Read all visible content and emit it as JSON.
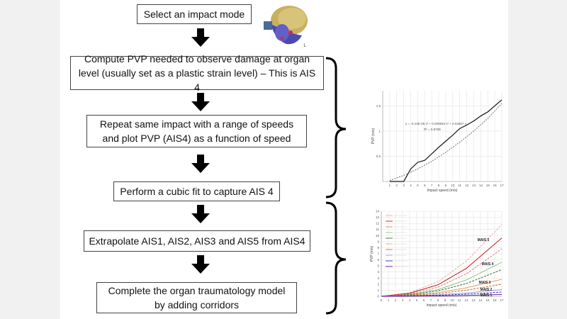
{
  "flowchart": {
    "steps": [
      "Select an impact mode",
      "Compute PVP needed to observe damage at organ level (usually set as a plastic strain level) – This is AIS 4",
      "Repeat same impact with a range of speeds and plot PVP (AIS4) as a function of speed",
      "Perform a cubic fit to capture AIS 4",
      "Extrapolate AIS1, AIS2, AIS3 and AIS5 from AIS4",
      "Complete the organ traumatology model by adding corridors"
    ],
    "figure_number": "1."
  },
  "chart_data": [
    {
      "type": "line",
      "xlabel": "Impact speed (m/s)",
      "ylabel": "PVP (m/s)",
      "x_ticks": [
        1,
        2,
        3,
        4,
        5,
        6,
        7,
        8,
        9,
        10,
        11,
        12,
        13,
        14,
        15,
        16,
        17
      ],
      "y_ticks": [
        0.5,
        1,
        1.5
      ],
      "xlim": [
        0,
        17
      ],
      "ylim": [
        0,
        1.8
      ],
      "grid": true,
      "equation": "y = -0.24E-05 x³ + 0.000563 x² + 0.04557 x",
      "r_squared": "R² = 0.9799",
      "series": [
        {
          "values": [
            [
              1,
              0
            ],
            [
              2,
              0
            ],
            [
              3,
              0
            ],
            [
              4,
              0.25
            ],
            [
              5,
              0.38
            ],
            [
              6,
              0.42
            ],
            [
              7,
              0.55
            ],
            [
              8,
              0.68
            ],
            [
              9,
              0.8
            ],
            [
              10,
              0.92
            ],
            [
              11,
              1.05
            ],
            [
              12,
              1.12
            ],
            [
              13,
              1.2
            ],
            [
              14,
              1.3
            ],
            [
              15,
              1.38
            ],
            [
              16,
              1.5
            ],
            [
              17,
              1.62
            ]
          ]
        },
        {
          "values": [
            [
              1,
              0.02
            ],
            [
              3,
              0.12
            ],
            [
              5,
              0.25
            ],
            [
              7,
              0.4
            ],
            [
              9,
              0.58
            ],
            [
              11,
              0.78
            ],
            [
              13,
              1.0
            ],
            [
              15,
              1.25
            ],
            [
              17,
              1.55
            ]
          ]
        }
      ]
    },
    {
      "type": "line",
      "xlabel": "Impact speed (m/s)",
      "ylabel": "PVP (m/s)",
      "x_ticks": [
        0,
        1,
        2,
        3,
        4,
        5,
        6,
        7,
        8,
        9,
        10,
        11,
        12,
        13,
        14,
        15,
        16,
        17
      ],
      "y_ticks": [
        0,
        1,
        2,
        3,
        4,
        5,
        6,
        7,
        8,
        9,
        10,
        11,
        12,
        13,
        14
      ],
      "xlim": [
        0,
        17
      ],
      "ylim": [
        0,
        14
      ],
      "grid": true,
      "annotations": [
        "MAIS 5",
        "MAIS 4",
        "MAIS 3",
        "MAIS 2",
        "MAIS 1"
      ],
      "series": [
        {
          "color": "#f0a0a0",
          "values": [
            [
              0,
              0
            ],
            [
              4,
              0.6
            ],
            [
              8,
              2.4
            ],
            [
              12,
              5.8
            ],
            [
              17,
              11.8
            ]
          ]
        },
        {
          "color": "#c00000",
          "values": [
            [
              0,
              0
            ],
            [
              4,
              0.5
            ],
            [
              8,
              1.9
            ],
            [
              12,
              4.6
            ],
            [
              17,
              9.6
            ]
          ]
        },
        {
          "color": "#e07070",
          "values": [
            [
              0,
              0
            ],
            [
              4,
              0.4
            ],
            [
              8,
              1.5
            ],
            [
              12,
              3.7
            ],
            [
              17,
              7.8
            ]
          ]
        },
        {
          "color": "#7fbf7f",
          "values": [
            [
              0,
              0
            ],
            [
              4,
              0.3
            ],
            [
              8,
              1.1
            ],
            [
              12,
              2.7
            ],
            [
              17,
              5.6
            ]
          ]
        },
        {
          "color": "#206020",
          "values": [
            [
              0,
              0
            ],
            [
              4,
              0.25
            ],
            [
              8,
              0.9
            ],
            [
              12,
              2.1
            ],
            [
              17,
              4.4
            ]
          ]
        },
        {
          "color": "#e0a060",
          "values": [
            [
              0,
              0
            ],
            [
              4,
              0.18
            ],
            [
              8,
              0.6
            ],
            [
              12,
              1.4
            ],
            [
              17,
              2.8
            ]
          ]
        },
        {
          "color": "#c06000",
          "values": [
            [
              0,
              0
            ],
            [
              4,
              0.14
            ],
            [
              8,
              0.45
            ],
            [
              12,
              1.0
            ],
            [
              17,
              2.0
            ]
          ]
        },
        {
          "color": "#9090e0",
          "values": [
            [
              0,
              0
            ],
            [
              4,
              0.08
            ],
            [
              8,
              0.25
            ],
            [
              12,
              0.55
            ],
            [
              17,
              1.1
            ]
          ]
        },
        {
          "color": "#2020a0",
          "values": [
            [
              0,
              0
            ],
            [
              4,
              0.05
            ],
            [
              8,
              0.15
            ],
            [
              12,
              0.35
            ],
            [
              17,
              0.7
            ]
          ]
        },
        {
          "color": "#6000a0",
          "values": [
            [
              0,
              0
            ],
            [
              4,
              0.02
            ],
            [
              8,
              0.06
            ],
            [
              12,
              0.14
            ],
            [
              17,
              0.3
            ]
          ]
        }
      ]
    }
  ]
}
